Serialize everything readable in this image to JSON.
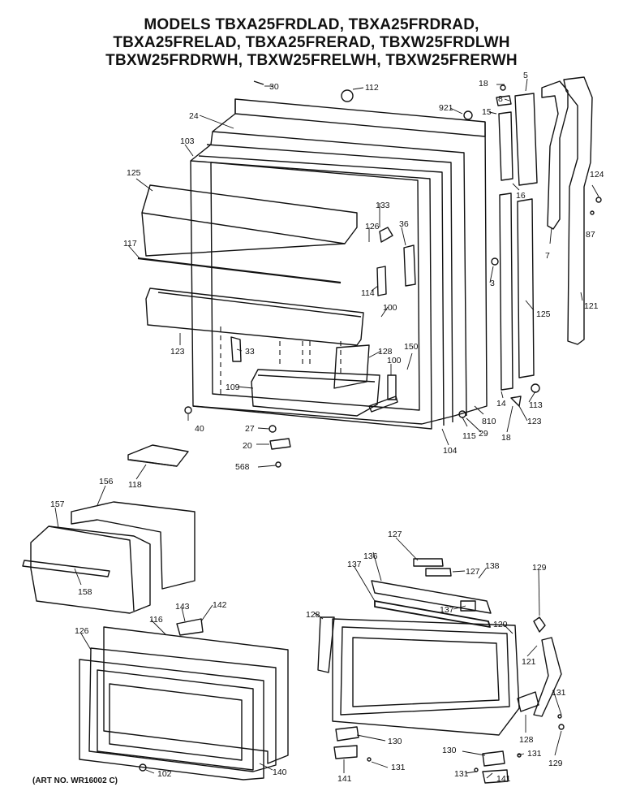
{
  "title_lines": [
    "MODELS TBXA25FRDLAD, TBXA25FRDRAD,",
    "TBXA25FRELAD, TBXA25FRERAD, TBXW25FRDLWH",
    "TBXW25FRDRWH, TBXW25FRELWH, TBXW25FRERWH"
  ],
  "art_number": "(ART NO. WR16002 C)",
  "callouts": [
    "30",
    "112",
    "18",
    "5",
    "8",
    "921",
    "15",
    "24",
    "103",
    "16",
    "124",
    "87",
    "133",
    "126",
    "36",
    "125",
    "117",
    "7",
    "3",
    "114",
    "100",
    "121",
    "125",
    "123",
    "33",
    "128",
    "150",
    "100",
    "109",
    "113",
    "14",
    "810",
    "123",
    "40",
    "27",
    "20",
    "568",
    "115",
    "29",
    "18",
    "104",
    "118",
    "156",
    "157",
    "158",
    "127",
    "136",
    "127",
    "138",
    "137",
    "137",
    "129",
    "128",
    "120",
    "143",
    "142",
    "116",
    "126",
    "121",
    "131",
    "128",
    "129",
    "130",
    "131",
    "130",
    "131",
    "131",
    "141",
    "141",
    "102",
    "140"
  ]
}
